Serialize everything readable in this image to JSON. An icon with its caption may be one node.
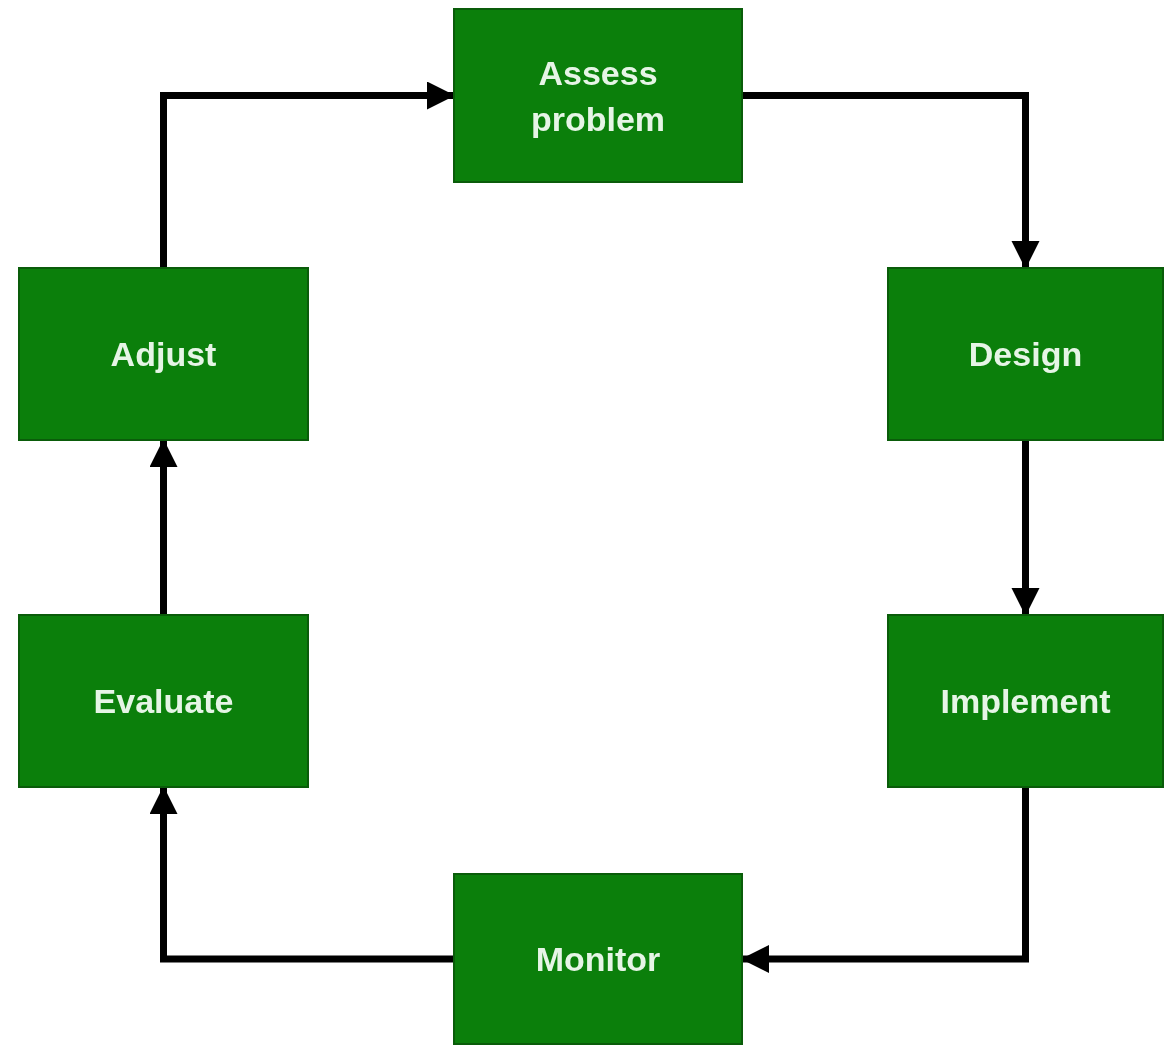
{
  "diagram": {
    "nodes": [
      {
        "text": [
          "Assess problem"
        ]
      },
      {
        "text": [
          "Design"
        ]
      },
      {
        "text": [
          "Implement"
        ]
      },
      {
        "text": [
          "Monitor"
        ]
      },
      {
        "text": [
          "Evaluate"
        ]
      },
      {
        "text": [
          "Adjust"
        ]
      }
    ],
    "edges": [
      {
        "from": 0,
        "to": 1,
        "arrow": "to"
      },
      {
        "from": 1,
        "to": 2,
        "arrow": "to"
      },
      {
        "from": 2,
        "to": 3,
        "arrow": "to"
      },
      {
        "from": 3,
        "to": 4,
        "arrow": "to"
      },
      {
        "from": 4,
        "to": 5,
        "arrow": "to"
      },
      {
        "from": 5,
        "to": 0,
        "arrow": "to"
      }
    ]
  }
}
